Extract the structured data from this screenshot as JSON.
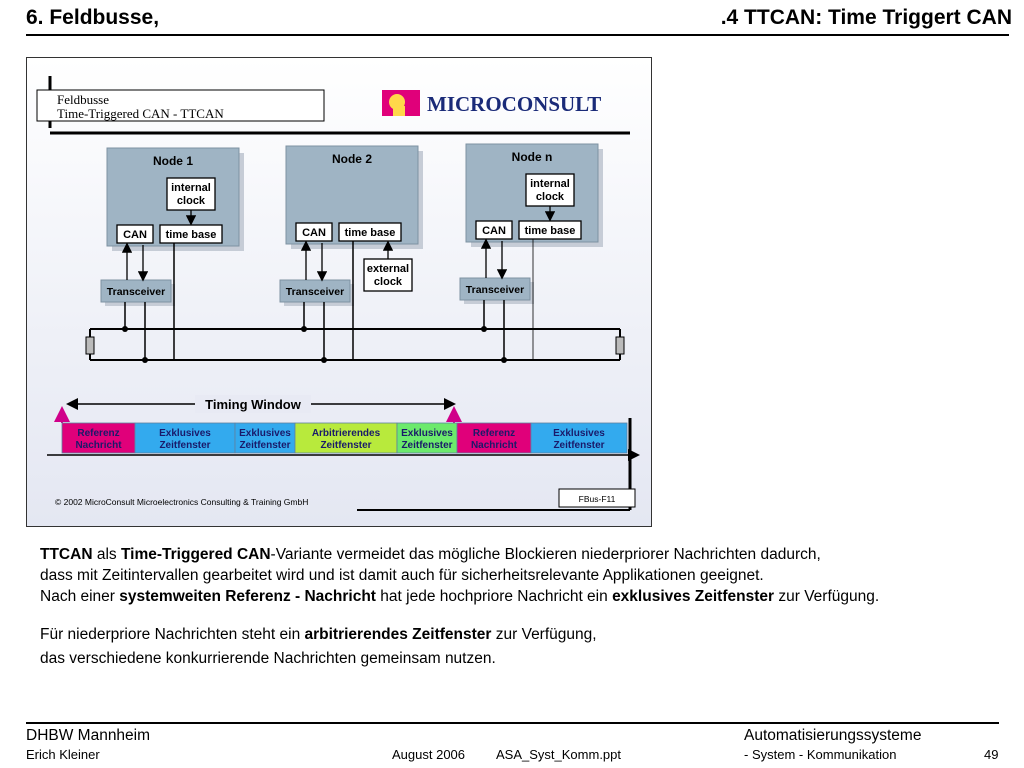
{
  "header": {
    "left_title": "6. Feldbusse,",
    "right_title": ".4 TTCAN: Time Triggert CAN"
  },
  "figure": {
    "title_line1": "Feldbusse",
    "title_line2": "Time-Triggered CAN - TTCAN",
    "logo_text": "MICROCONSULT",
    "nodes": [
      {
        "label": "Node 1",
        "clock": [
          "internal",
          "clock"
        ],
        "can": "CAN",
        "timebase": "time base",
        "transceiver": "Transceiver"
      },
      {
        "label": "Node 2",
        "clock": [
          "external",
          "clock"
        ],
        "can": "CAN",
        "timebase": "time base",
        "transceiver": "Transceiver"
      },
      {
        "label": "Node n",
        "clock": [
          "internal",
          "clock"
        ],
        "can": "CAN",
        "timebase": "time base",
        "transceiver": "Transceiver"
      }
    ],
    "timing_window": "Timing Window",
    "slots": [
      {
        "line1": "Referenz",
        "line2": "Nachricht",
        "color": "#e0007a"
      },
      {
        "line1": "Exklusives",
        "line2": "Zeitfenster",
        "color": "#33aaee"
      },
      {
        "line1": "Exklusives",
        "line2": "Zeitfenster",
        "color": "#33aaee"
      },
      {
        "line1": "Arbitrierendes",
        "line2": "Zeitfenster",
        "color": "#b8ea3c"
      },
      {
        "line1": "Exklusives",
        "line2": "Zeitfenster",
        "color": "#6cea6c"
      },
      {
        "line1": "Referenz",
        "line2": "Nachricht",
        "color": "#e0007a"
      },
      {
        "line1": "Exklusives",
        "line2": "Zeitfenster",
        "color": "#33aaee"
      }
    ],
    "copyright": "© 2002 MicroConsult Microelectronics Consulting & Training GmbH",
    "figure_id": "FBus-F11"
  },
  "body": {
    "p1_b1": "TTCAN",
    "p1_t1": " als ",
    "p1_b2": "Time-Triggered CAN",
    "p1_t2": "-Variante vermeidet das mögliche Blockieren niederpriorer Nachrichten dadurch,",
    "p2": "dass mit Zeitintervallen gearbeitet wird und ist damit auch für sicherheitsrelevante Applikationen geeignet.",
    "p3_t1": "Nach einer ",
    "p3_b1": "systemweiten Referenz - Nachricht",
    "p3_t2": " hat jede hochpriore Nachricht ein ",
    "p3_b2": "exklusives Zeitfenster",
    "p3_t3": " zur Verfügung.",
    "p4_t1": "Für niederpriore Nachrichten steht ein  ",
    "p4_b1": "arbitrierendes Zeitfenster",
    "p4_t2": " zur Verfügung,",
    "p5": "das verschiedene konkurrierende Nachrichten gemeinsam  nutzen."
  },
  "footer": {
    "org": "DHBW  Mannheim",
    "author": "Erich Kleiner",
    "date": "August 2006",
    "file": "ASA_Syst_Komm.ppt",
    "course": "Automatisierungssysteme",
    "subtopic": "- System - Kommunikation",
    "page": "49"
  }
}
